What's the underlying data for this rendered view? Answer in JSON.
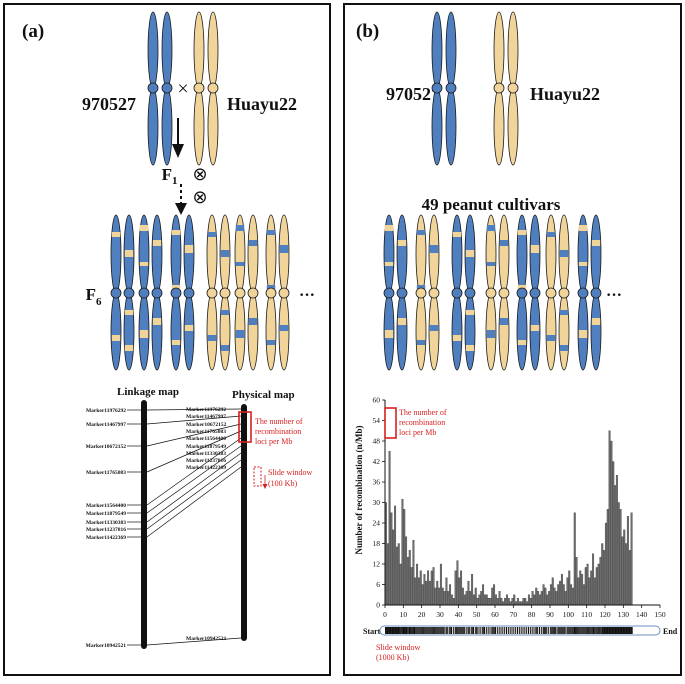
{
  "colors": {
    "blue": "#4f7fbf",
    "tan": "#f1d49a",
    "red": "#d62020",
    "ink": "#111111",
    "bar": "#6e6e6e"
  },
  "panel_a": {
    "label": "(a)",
    "parent1": "970527",
    "parent2": "Huayu22",
    "cross_symbol": "×",
    "f1": "F",
    "f1_sub": "1",
    "self_symbol": "⊗",
    "f6": "F",
    "f6_sub": "6",
    "ellipsis": "···",
    "linkage_title": "Linkage  map",
    "physical_title": "Physical map",
    "recomb_note": [
      "The number of",
      "recombination",
      "loci per Mb"
    ],
    "slide_note": [
      "Slide window",
      "(100 Kb)"
    ],
    "linkage_markers": [
      "Marker11976292",
      "Marker11467997",
      "Marker10672152",
      "Marker11765083",
      "Marker11564400",
      "Marker11879549",
      "Marker11330383",
      "Marker11237816",
      "Marker11422369",
      "Marker10942521"
    ],
    "physical_markers": [
      "Marker11976292",
      "Marker11467997",
      "Marker10672152",
      "Marker11765083",
      "Marker11564400",
      "Marker11879549",
      "Marker11330383",
      "Marker11237816",
      "Marker11422369",
      "Marker10942521"
    ]
  },
  "panel_b": {
    "label": "(b)",
    "parent1": "970527",
    "parent2": "Huayu22",
    "cultivars": "49 peanut cultivars",
    "ellipsis": "···",
    "recomb_note": [
      "The number of",
      "recombination",
      "loci per Mb"
    ],
    "slide_note": [
      "Slide window",
      "(1000 Kb)"
    ],
    "start_label": "Start",
    "end_label": "End"
  },
  "chart_data": {
    "type": "bar",
    "xlabel": "",
    "ylabel": "Number of recombination (n/Mb)",
    "xlim": [
      0,
      150
    ],
    "ylim": [
      0,
      60
    ],
    "xticks": [
      0,
      10,
      20,
      30,
      40,
      50,
      60,
      70,
      80,
      90,
      100,
      110,
      120,
      130,
      140,
      150
    ],
    "yticks": [
      0,
      6,
      12,
      18,
      24,
      30,
      36,
      42,
      48,
      54,
      60
    ],
    "x": [
      1,
      2,
      3,
      4,
      5,
      6,
      7,
      8,
      9,
      10,
      11,
      12,
      13,
      14,
      15,
      16,
      17,
      18,
      19,
      20,
      21,
      22,
      23,
      24,
      25,
      26,
      27,
      28,
      29,
      30,
      31,
      32,
      33,
      34,
      35,
      36,
      37,
      38,
      39,
      40,
      41,
      42,
      43,
      44,
      45,
      46,
      47,
      48,
      49,
      50,
      51,
      52,
      53,
      54,
      55,
      56,
      57,
      58,
      59,
      60,
      61,
      62,
      63,
      64,
      65,
      66,
      67,
      68,
      69,
      70,
      71,
      72,
      73,
      74,
      75,
      76,
      77,
      78,
      79,
      80,
      81,
      82,
      83,
      84,
      85,
      86,
      87,
      88,
      89,
      90,
      91,
      92,
      93,
      94,
      95,
      96,
      97,
      98,
      99,
      100,
      101,
      102,
      103,
      104,
      105,
      106,
      107,
      108,
      109,
      110,
      111,
      112,
      113,
      114,
      115,
      116,
      117,
      118,
      119,
      120,
      121,
      122,
      123,
      124,
      125,
      126,
      127,
      128,
      129,
      130,
      131,
      132,
      133,
      134,
      135
    ],
    "values": [
      30,
      18,
      45,
      27,
      22,
      29,
      17,
      18,
      12,
      31,
      28,
      20,
      14,
      16,
      11,
      19,
      8,
      12,
      8,
      10,
      6,
      9,
      7,
      10,
      7,
      10,
      11,
      5,
      7,
      5,
      12,
      5,
      4,
      8,
      4,
      6,
      3,
      2,
      10,
      13,
      8,
      10,
      5,
      3,
      4,
      7,
      4,
      9,
      3,
      5,
      2,
      3,
      4,
      6,
      3,
      3,
      2,
      2,
      5,
      6,
      3,
      2,
      4,
      2,
      1,
      2,
      3,
      2,
      1,
      2,
      3,
      1,
      2,
      1,
      1,
      2,
      2,
      1,
      3,
      2,
      4,
      3,
      5,
      4,
      3,
      4,
      6,
      5,
      3,
      4,
      6,
      8,
      5,
      4,
      6,
      7,
      9,
      6,
      4,
      8,
      10,
      6,
      5,
      27,
      14,
      8,
      10,
      9,
      6,
      11,
      12,
      8,
      10,
      15,
      8,
      11,
      12,
      14,
      18,
      16,
      24,
      28,
      51,
      48,
      42,
      35,
      38,
      30,
      28,
      20,
      22,
      18,
      26,
      16,
      27
    ]
  }
}
